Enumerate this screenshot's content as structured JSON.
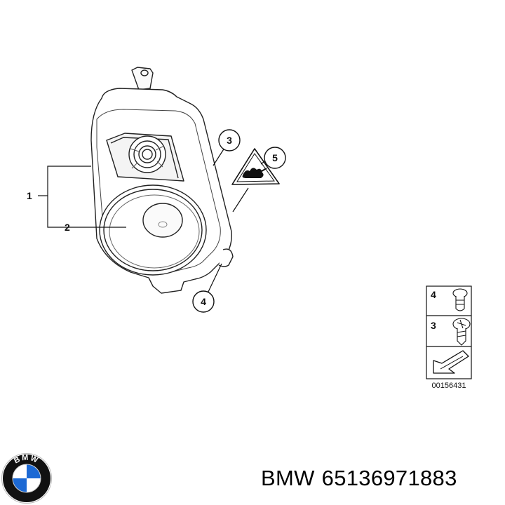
{
  "diagram": {
    "callouts": {
      "c1": "1",
      "c2": "2",
      "c3": "3",
      "c4": "4",
      "c5": "5"
    },
    "legend": {
      "item_top": "4",
      "item_bottom": "3"
    },
    "reference_number": "00156431"
  },
  "brand": {
    "name": "BMW",
    "part_number": "65136971883",
    "logo_letters": "BMW",
    "logo_colors": {
      "blue": "#1c69d4",
      "black": "#111111",
      "white": "#ffffff"
    }
  }
}
